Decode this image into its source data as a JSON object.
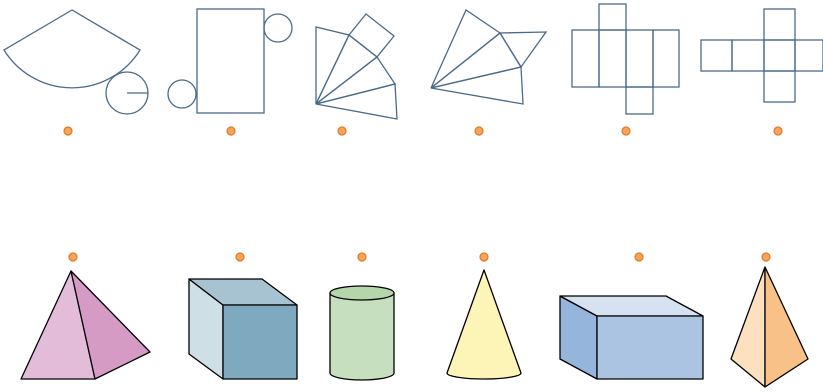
{
  "colors": {
    "net_stroke": "#4a6b8a",
    "dot_fill": "#f7a35c",
    "dot_stroke": "#e07b1f",
    "pyramid_left": "#e3bcd9",
    "pyramid_right": "#d69bc5",
    "cube_front": "#7ea9bf",
    "cube_side": "#cfdfe6",
    "cube_top": "#a7c3d2",
    "cylinder_body": "#c6dfbf",
    "cylinder_top": "#b5d6aa",
    "cone": "#fdf5b8",
    "cuboid_front": "#aac4e2",
    "cuboid_side": "#95b5dc",
    "cuboid_top": "#d6e2f1",
    "tri_pyramid_left": "#fde0c0",
    "tri_pyramid_right": "#f8c187"
  },
  "nets": [
    "cone-net",
    "cylinder-net",
    "pyramid-net-square-base",
    "triangular-pyramid-net",
    "cuboid-net",
    "cube-net"
  ],
  "solids": [
    "square-pyramid",
    "cube",
    "cylinder",
    "cone",
    "cuboid",
    "triangular-pyramid"
  ]
}
